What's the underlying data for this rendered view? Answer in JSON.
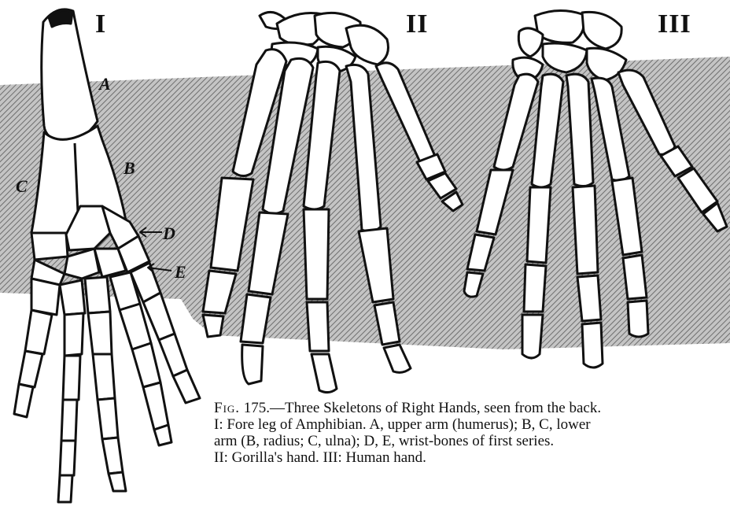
{
  "figure": {
    "panel_labels": {
      "i": "I",
      "ii": "II",
      "iii": "III"
    },
    "part_labels": {
      "a": "A",
      "b": "B",
      "c": "C",
      "d": "D",
      "e": "E"
    },
    "caption": {
      "fig_label": "Fig.",
      "line1": "175.—Three Skeletons of Right Hands, seen from the back.",
      "line2": "I: Fore leg of Amphibian.  A, upper arm (humerus); B, C, lower",
      "line3": "arm (B, radius; C, ulna); D, E, wrist-bones of first series.",
      "line4": "II: Gorilla's hand.   III: Human hand."
    }
  },
  "colors": {
    "ink": "#111111",
    "bone": "#ffffff",
    "shade": "#9a9a9a"
  }
}
